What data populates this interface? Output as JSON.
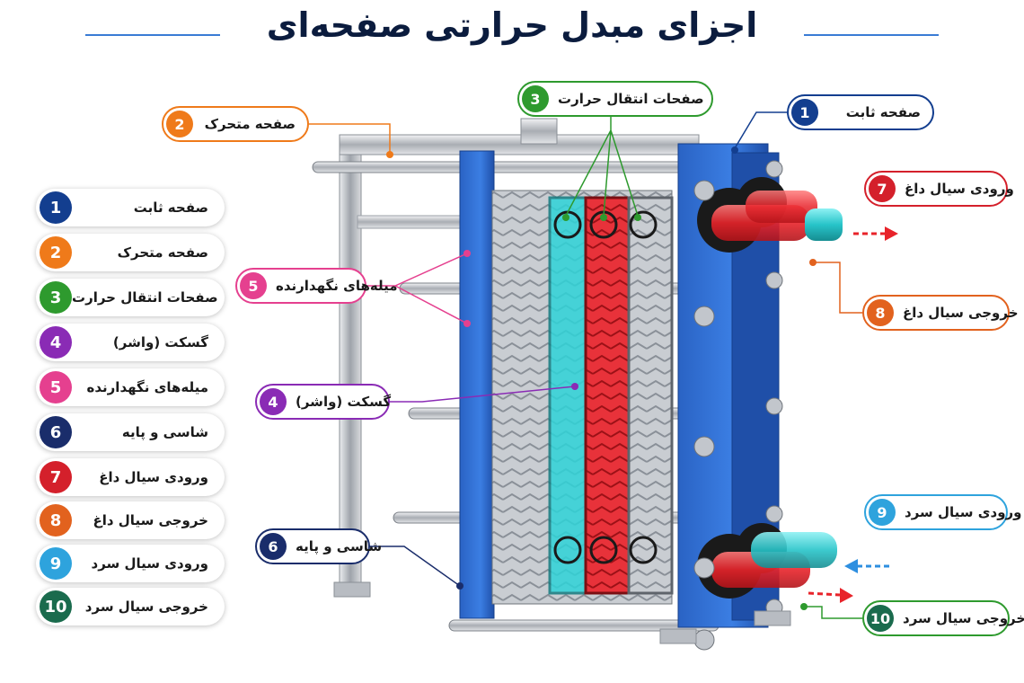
{
  "title": "اجزای مبدل حرارتی صفحه‌ای",
  "colors": {
    "c1": "#133e8f",
    "c2": "#ef7a1a",
    "c3": "#2e9a2e",
    "c4": "#8a2bb5",
    "c5": "#e5408f",
    "c6": "#1a2d6b",
    "c7": "#d4202b",
    "c8": "#e2621e",
    "c9": "#2ea3dd",
    "c10": "#1a6b4d",
    "frame_blue": "#2f6fd1",
    "hot": "#e8232a",
    "cold": "#27c4c9"
  },
  "legend": [
    {
      "num": "1",
      "label": "صفحه ثابت"
    },
    {
      "num": "2",
      "label": "صفحه متحرک"
    },
    {
      "num": "3",
      "label": "صفحات انتقال حرارت"
    },
    {
      "num": "4",
      "label": "گسکت (واشر)"
    },
    {
      "num": "5",
      "label": "میله‌های نگهدارنده"
    },
    {
      "num": "6",
      "label": "شاسی و پایه"
    },
    {
      "num": "7",
      "label": "ورودی سیال داغ"
    },
    {
      "num": "8",
      "label": "خروجی سیال داغ"
    },
    {
      "num": "9",
      "label": "ورودی سیال سرد"
    },
    {
      "num": "10",
      "label": "خروجی سیال سرد"
    }
  ],
  "callouts": {
    "c1": {
      "num": "1",
      "label": "صفحه ثابت"
    },
    "c2": {
      "num": "2",
      "label": "صفحه متحرک"
    },
    "c3": {
      "num": "3",
      "label": "صفحات انتقال حرارت"
    },
    "c4": {
      "num": "4",
      "label": "گسکت (واشر)"
    },
    "c5": {
      "num": "5",
      "label": "میله‌های نگهدارنده"
    },
    "c6": {
      "num": "6",
      "label": "شاسی و پایه"
    },
    "c7": {
      "num": "7",
      "label": "ورودی سیال داغ"
    },
    "c8": {
      "num": "8",
      "label": "خروجی سیال داغ"
    },
    "c9": {
      "num": "9",
      "label": "ورودی سیال سرد"
    },
    "c10": {
      "num": "10",
      "label": "خروجی سیال سرد"
    }
  }
}
